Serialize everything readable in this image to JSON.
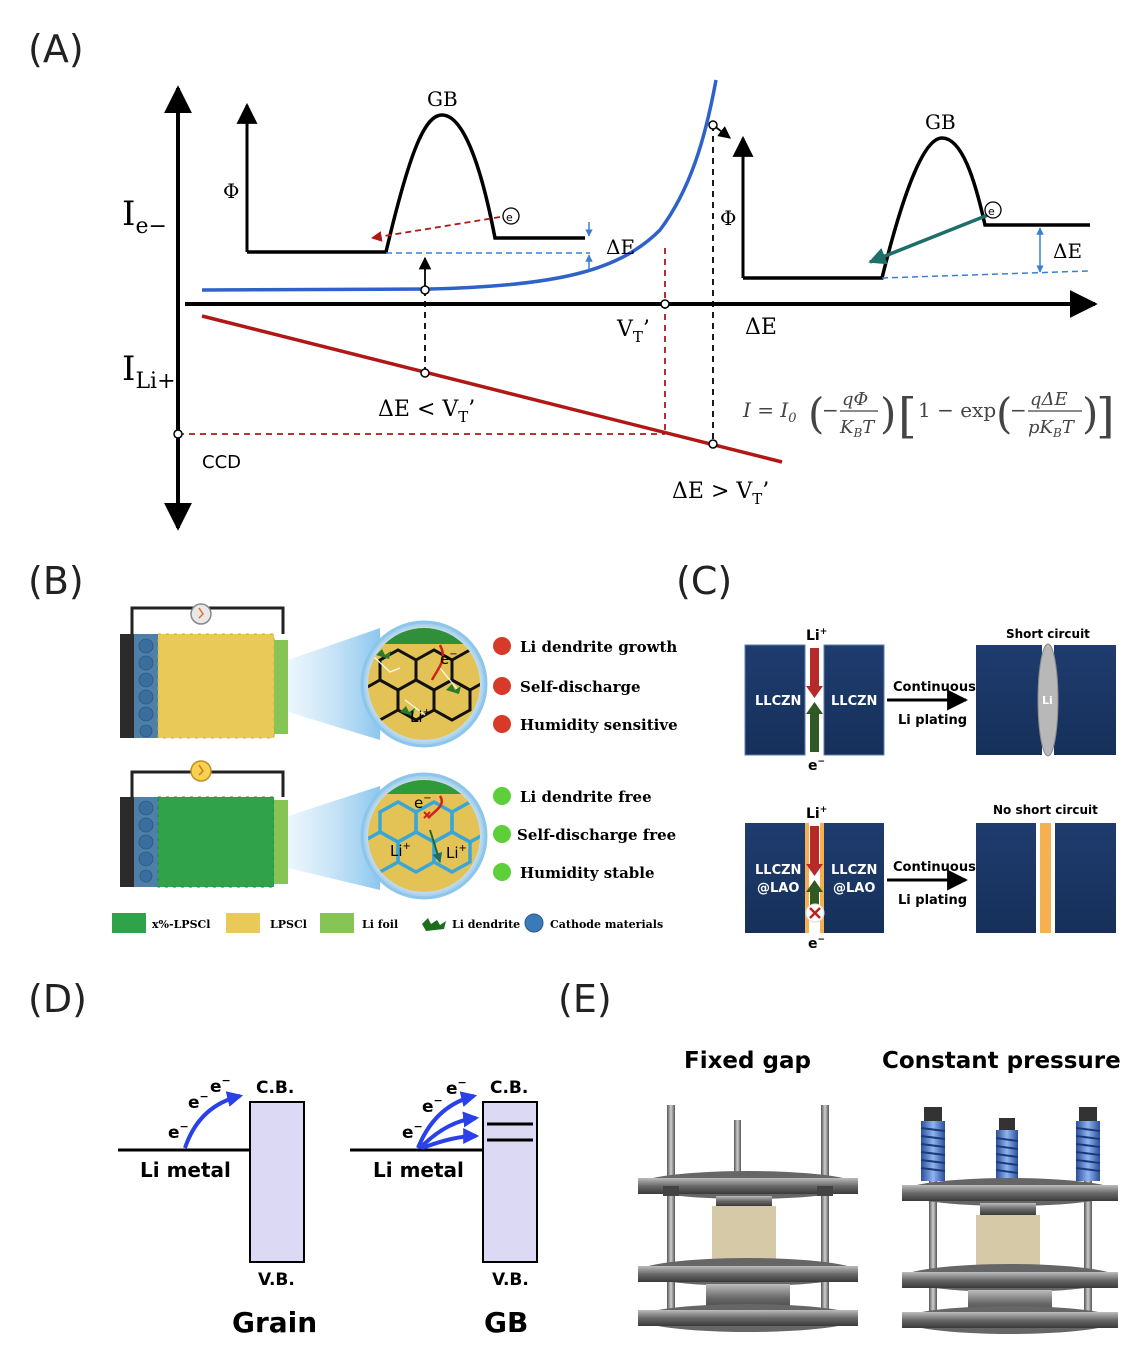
{
  "panels": {
    "A": {
      "label": "(A)",
      "y_axis_top": "I",
      "y_axis_top_sub": "e−",
      "y_axis_bottom": "I",
      "y_axis_bottom_sub": "Li+",
      "x_axis": "ΔE",
      "vt": "V",
      "vt_sub": "T",
      "vt_prime": "’",
      "ccd": "CCD",
      "de_less": "ΔE < V",
      "de_more": "ΔE > V",
      "gb": "GB",
      "phi": "Φ",
      "delta_e": "ΔE",
      "electron": "e",
      "equation": "I = I₀(−qΦ/K_BT)[1 − exp(−qΔE/pK_BT)]",
      "colors": {
        "electron_current": "#2f62c8",
        "li_current": "#b01818",
        "arrow_teal": "#1e6e6a"
      }
    },
    "B": {
      "label": "(B)",
      "bad": [
        "Li dendrite growth",
        "Self-discharge",
        "Humidity sensitive"
      ],
      "good": [
        "Li dendrite free",
        "Self-discharge free",
        "Humidity stable"
      ],
      "legend": [
        "x%-LPSCl",
        "LPSCl",
        "Li foil",
        "Li dendrite",
        "Cathode materials"
      ],
      "ion": "Li",
      "electron": "e"
    },
    "C": {
      "label": "(C)",
      "li_ion": "Li",
      "electron": "e",
      "top": {
        "left": "LLCZN",
        "right": "LLCZN",
        "arrow1": "Continuous",
        "arrow2": "Li plating",
        "result": "Short circuit",
        "li": "Li"
      },
      "bottom": {
        "left1": "LLCZN",
        "left2": "@LAO",
        "right1": "LLCZN",
        "right2": "@LAO",
        "arrow1": "Continuous",
        "arrow2": "Li plating",
        "result": "No short circuit"
      }
    },
    "D": {
      "label": "(D)",
      "cb": "C.B.",
      "vb": "V.B.",
      "li_metal": "Li metal",
      "electron": "e",
      "grain": "Grain",
      "gb": "GB"
    },
    "E": {
      "label": "(E)",
      "fixed_gap": "Fixed gap",
      "constant_pressure": "Constant pressure"
    }
  }
}
